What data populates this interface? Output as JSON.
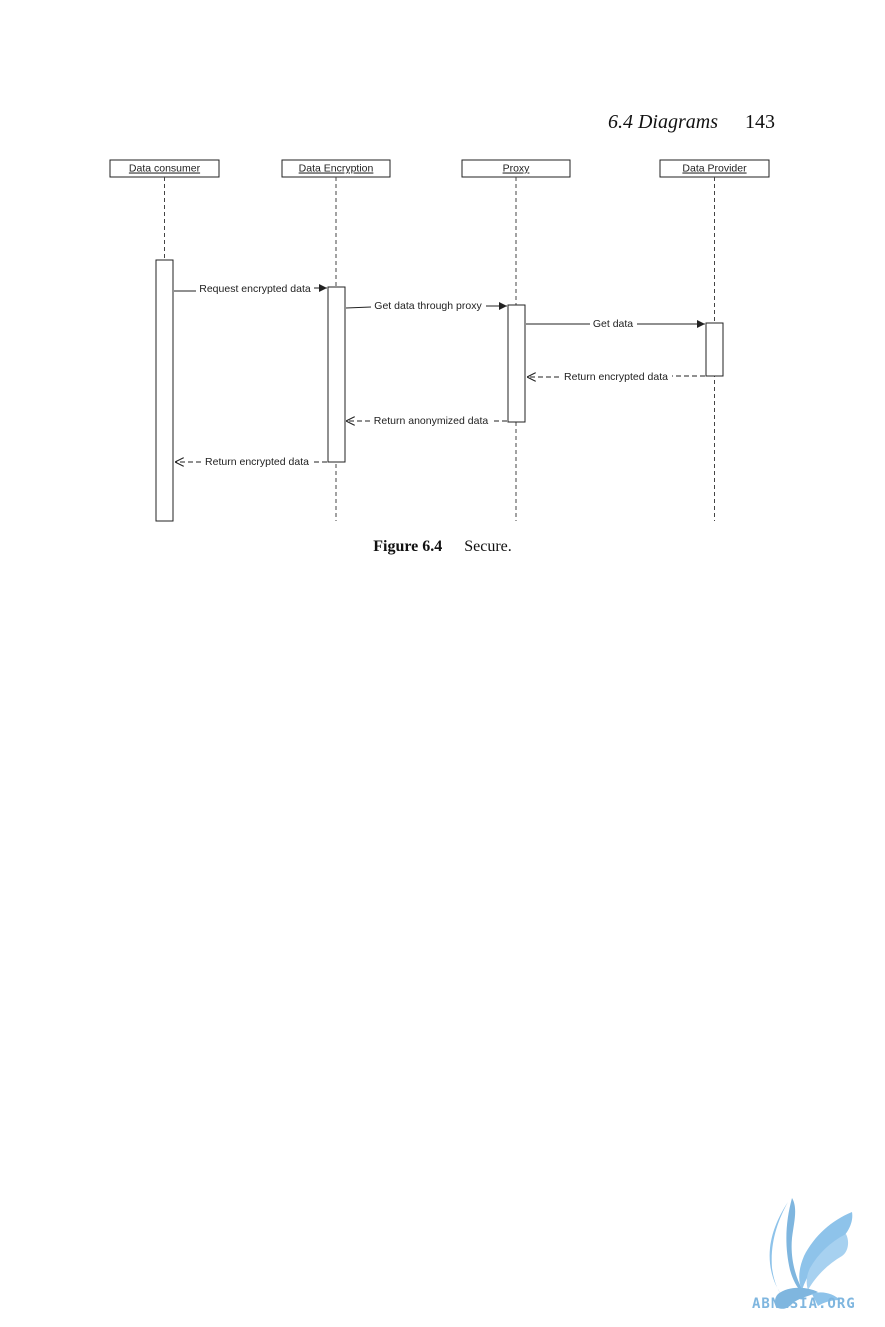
{
  "header": {
    "section": "6.4  Diagrams",
    "page_number": "143"
  },
  "diagram": {
    "participants": [
      {
        "id": "consumer",
        "label": "Data consumer"
      },
      {
        "id": "encryption",
        "label": "Data Encryption"
      },
      {
        "id": "proxy",
        "label": "Proxy"
      },
      {
        "id": "provider",
        "label": "Data Provider"
      }
    ],
    "messages": [
      {
        "from": "consumer",
        "to": "encryption",
        "label": "Request encrypted data",
        "kind": "call"
      },
      {
        "from": "encryption",
        "to": "proxy",
        "label": "Get data through proxy",
        "kind": "call"
      },
      {
        "from": "proxy",
        "to": "provider",
        "label": "Get data",
        "kind": "call"
      },
      {
        "from": "provider",
        "to": "proxy",
        "label": "Return encrypted data",
        "kind": "return"
      },
      {
        "from": "proxy",
        "to": "encryption",
        "label": "Return anonymized data",
        "kind": "return"
      },
      {
        "from": "encryption",
        "to": "consumer",
        "label": "Return encrypted data",
        "kind": "return"
      }
    ]
  },
  "caption": {
    "label": "Figure 6.4",
    "text": "Secure."
  },
  "watermark": {
    "text": "ABNASIA.ORG",
    "color": "#7fb6df"
  }
}
